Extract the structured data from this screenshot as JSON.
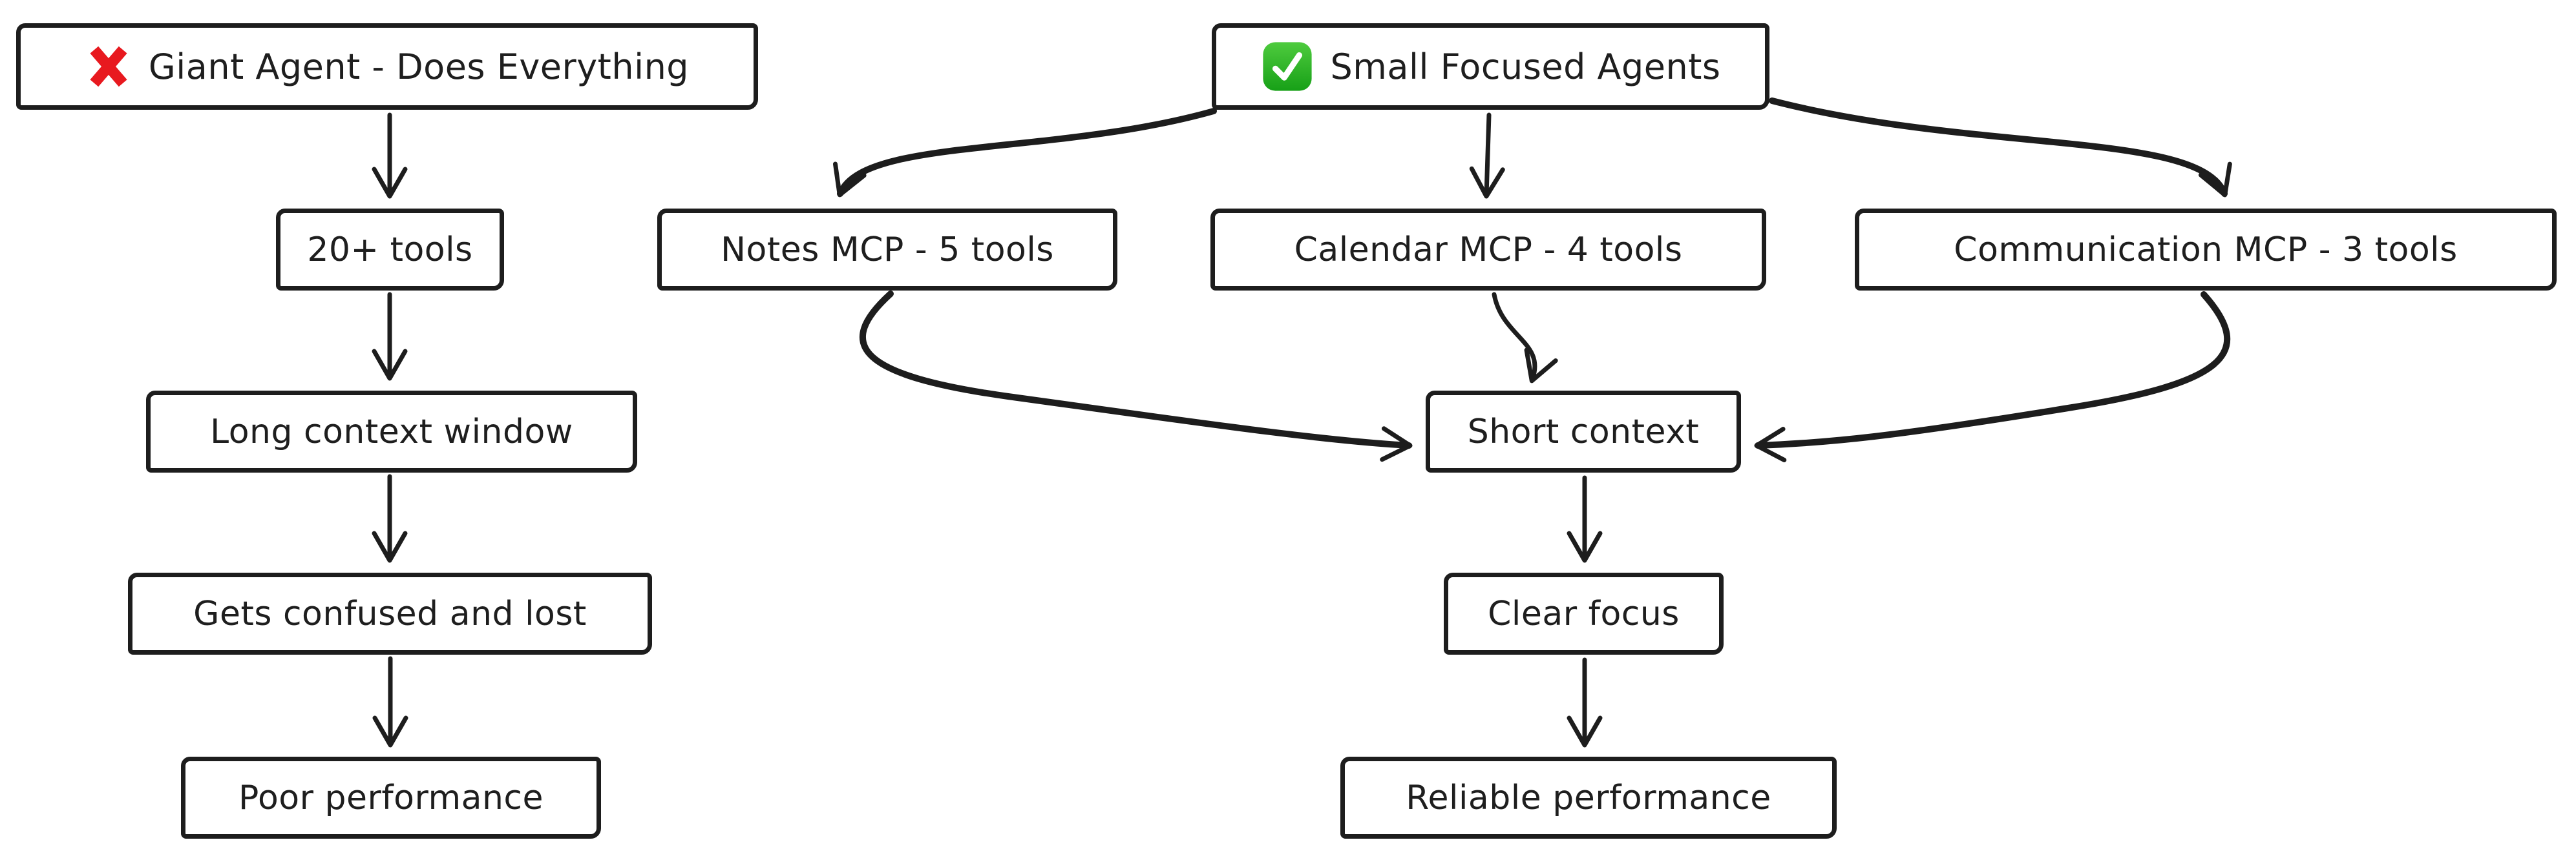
{
  "canvas": {
    "background": "#ffffff",
    "stroke_color": "#1d1d1d",
    "text_color": "#1e1e1e"
  },
  "icons": {
    "cross": {
      "color": "#e8191f"
    },
    "check": {
      "bg_top": "#4ecb3e",
      "bg_bottom": "#17a017",
      "mark": "#ffffff"
    }
  },
  "left_flow": {
    "header": {
      "label": "Giant Agent - Does Everything",
      "icon": "cross-mark"
    },
    "steps": [
      {
        "label": "20+ tools"
      },
      {
        "label": "Long context window"
      },
      {
        "label": "Gets confused and lost"
      },
      {
        "label": "Poor performance"
      }
    ]
  },
  "right_flow": {
    "header": {
      "label": "Small Focused Agents",
      "icon": "check-mark"
    },
    "branches": [
      {
        "label": "Notes MCP - 5 tools"
      },
      {
        "label": "Calendar MCP - 4 tools"
      },
      {
        "label": "Communication MCP - 3 tools"
      }
    ],
    "steps": [
      {
        "label": "Short context"
      },
      {
        "label": "Clear focus"
      },
      {
        "label": "Reliable performance"
      }
    ]
  },
  "edges": [
    {
      "from": "Giant Agent - Does Everything",
      "to": "20+ tools"
    },
    {
      "from": "20+ tools",
      "to": "Long context window"
    },
    {
      "from": "Long context window",
      "to": "Gets confused and lost"
    },
    {
      "from": "Gets confused and lost",
      "to": "Poor performance"
    },
    {
      "from": "Small Focused Agents",
      "to": "Notes MCP - 5 tools"
    },
    {
      "from": "Small Focused Agents",
      "to": "Calendar MCP - 4 tools"
    },
    {
      "from": "Small Focused Agents",
      "to": "Communication MCP - 3 tools"
    },
    {
      "from": "Notes MCP - 5 tools",
      "to": "Short context"
    },
    {
      "from": "Calendar MCP - 4 tools",
      "to": "Short context"
    },
    {
      "from": "Communication MCP - 3 tools",
      "to": "Short context"
    },
    {
      "from": "Short context",
      "to": "Clear focus"
    },
    {
      "from": "Clear focus",
      "to": "Reliable performance"
    }
  ]
}
